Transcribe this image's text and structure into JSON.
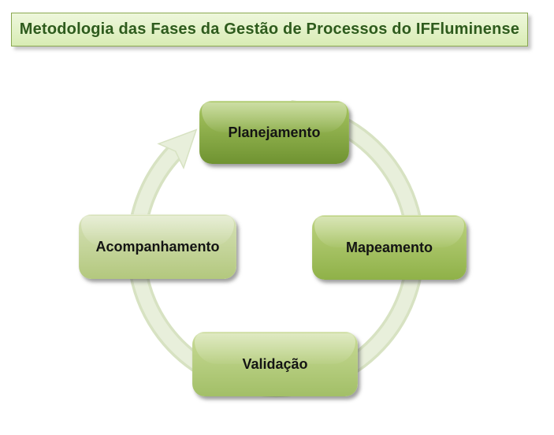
{
  "title": {
    "text": "Metodologia das Fases da Gestão de Processos do IFFluminense"
  },
  "cycle": {
    "type": "basic-cycle-diagram",
    "direction": "clockwise",
    "arrow_icon": "circular-cycle-arrow",
    "nodes": [
      {
        "id": "planejamento",
        "label": "Planejamento",
        "fill_top": "#a9c763",
        "fill_bottom": "#6f9331"
      },
      {
        "id": "mapeamento",
        "label": "Mapeamento",
        "fill_top": "#bdd381",
        "fill_bottom": "#8fb148"
      },
      {
        "id": "validacao",
        "label": "Validação",
        "fill_top": "#c9db97",
        "fill_bottom": "#a2bf67"
      },
      {
        "id": "acompanhamento",
        "label": "Acompanhamento",
        "fill_top": "#d7e2b9",
        "fill_bottom": "#b3c87e"
      }
    ]
  },
  "colors": {
    "title_border": "#8aa851",
    "title_fill_top": "#eef7dc",
    "title_fill_bottom": "#d8ecb4",
    "title_text": "#2e5b1d",
    "ring_edge": "#d7e2c2",
    "ring_fill": "#e8efdb",
    "node_text": "#141414",
    "background": "#ffffff"
  }
}
